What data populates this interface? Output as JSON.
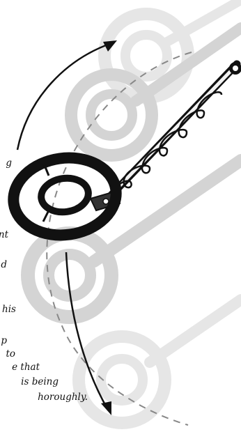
{
  "caption": {
    "fragments": [
      "g",
      "nt",
      "d",
      "his",
      "p",
      "to",
      "e that",
      "is being",
      "horoughly."
    ]
  },
  "colors": {
    "ink": "#111111",
    "ghost": "#d4d4d4",
    "ghost_light": "#e6e6e6",
    "arc_dash": "#888888",
    "shaft_fill": "#f2f2f2"
  }
}
